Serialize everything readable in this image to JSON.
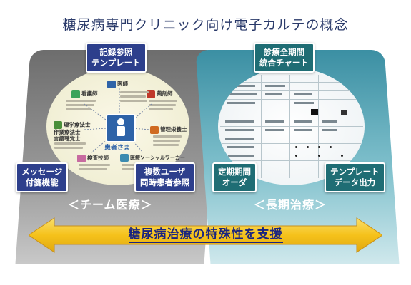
{
  "title": "糖尿病専門クリニック向け電子カルテの概念",
  "left_panel": {
    "section_label": "＜チーム医療＞",
    "tags": {
      "top": "記録参照\nテンプレート",
      "bottom_left": "メッセージ\n付箋機能",
      "bottom_right": "複数ユーザ\n同時患者参照"
    },
    "center_label": "患者さま",
    "roles": [
      "医師",
      "看護師",
      "薬剤師",
      "理学療法士\n作業療法士\n言語聴覚士",
      "管理栄養士",
      "検査技師",
      "医療ソーシャルワーカー"
    ]
  },
  "right_panel": {
    "section_label": "＜長期治療＞",
    "tags": {
      "top": "診療全期間\n統合チャート",
      "bottom_left": "定期期間\nオーダ",
      "bottom_right": "テンプレート\nデータ出力"
    }
  },
  "arrow_label": "糖尿病治療の特殊性を支援",
  "colors": {
    "left_tag": "#2d3f8c",
    "right_tag": "#1f6d74",
    "arrow_fill": "#f5c21b",
    "title_text": "#2a3a6a"
  },
  "icons": [
    "person-icon",
    "double-arrow-icon"
  ]
}
